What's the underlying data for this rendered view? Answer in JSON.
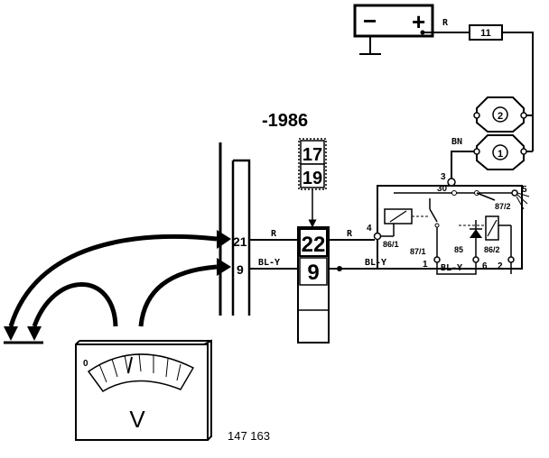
{
  "title": "-1986",
  "figure_number": "147 163",
  "meter": {
    "symbol": "V",
    "scale_zero": "0"
  },
  "battery": {
    "minus": "−",
    "plus": "+"
  },
  "components": {
    "fuse_11": "11",
    "fuse_2": "2",
    "fuse_1": "1"
  },
  "wire_colors": {
    "battery_to_fuse": "R",
    "fuse_to_relay": "BN",
    "connector_red": "R",
    "connector_red_relay": "R",
    "blue_yellow_left": "BL-Y",
    "blue_yellow_mid": "BL-Y",
    "blue_yellow_relay": "BL-Y"
  },
  "connector_left": {
    "pin_upper": "21",
    "pin_lower": "9"
  },
  "connector_box": {
    "top_a": "17",
    "top_b": "19",
    "pin_upper": "22",
    "pin_lower": "9"
  },
  "relay": {
    "t3": "3",
    "t30": "30",
    "t5": "5",
    "t87_2": "87/2",
    "t4": "4",
    "t86_1": "86/1",
    "t87_1": "87/1",
    "t85": "85",
    "t86_2": "86/2",
    "t1": "1",
    "t6": "6",
    "t2": "2"
  }
}
